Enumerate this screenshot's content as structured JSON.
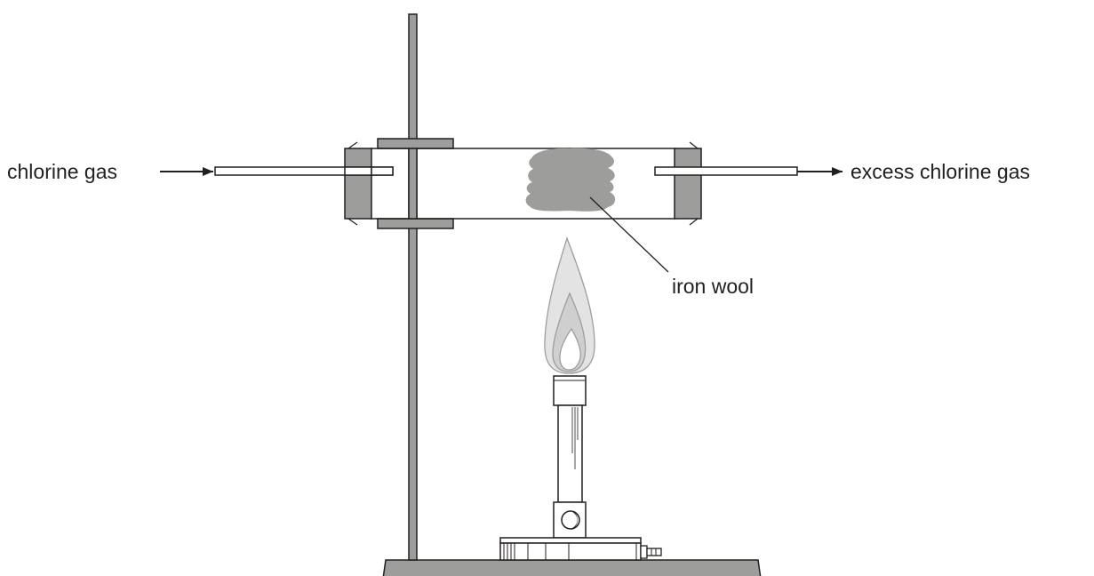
{
  "labels": {
    "inlet": "chlorine gas",
    "outlet": "excess chlorine gas",
    "sample": "iron wool"
  },
  "colors": {
    "line": "#231f20",
    "grey": "#9d9d9c",
    "flame_outer": "#e3e3e3",
    "flame_mid": "#cfcfcf",
    "background": "#ffffff"
  }
}
